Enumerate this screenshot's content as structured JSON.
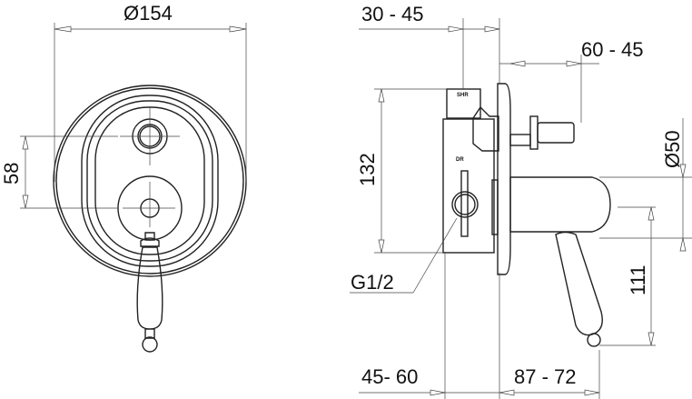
{
  "title": "Concealed shower mixer with diverter – dimension drawing",
  "dimensions": {
    "plate_diameter": "Ø154",
    "axis_distance": "58",
    "depth_top": "30 - 45",
    "projection_top": "60 - 45",
    "body_height": "132",
    "handle_diameter": "Ø50",
    "handle_axis_height": "111",
    "connection": "G1/2",
    "depth_bottom": "45- 60",
    "projection_bottom": "87 - 72"
  },
  "body_markings": {
    "top": "SHR",
    "middle": "DR"
  }
}
